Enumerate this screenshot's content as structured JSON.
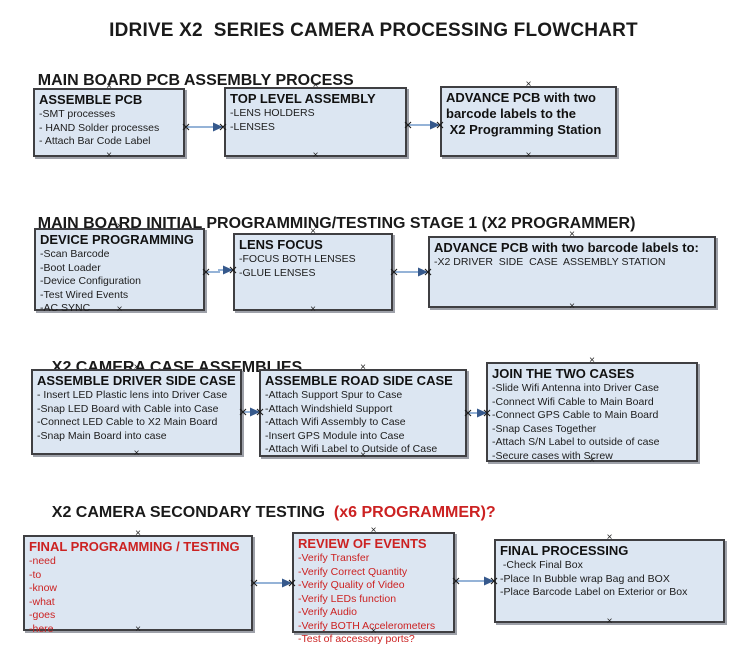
{
  "title": "IDRIVE X2  SERIES CAMERA PROCESSING FLOWCHART",
  "glyphs": {
    "handle": "×"
  },
  "colors": {
    "box_fill": "#dce6f2",
    "box_border": "#3f3f42",
    "connector_line": "#95b3d7",
    "connector_arrow": "#36598c",
    "red_text": "#cc2222",
    "black_text": "#1a1a1a"
  },
  "sections": [
    {
      "heading": "MAIN BOARD PCB ASSEMBLY PROCESS",
      "heading_red": "",
      "boxes": [
        {
          "title_lines": [
            "ASSEMBLE PCB"
          ],
          "items": [
            "-SMT processes",
            "- HAND Solder processes",
            "- Attach Bar Code Label"
          ]
        },
        {
          "title_lines": [
            "TOP LEVEL ASSEMBLY"
          ],
          "items": [
            "-LENS HOLDERS",
            "-LENSES"
          ]
        },
        {
          "title_lines": [
            "ADVANCE PCB with two",
            "barcode labels to the",
            " X2 Programming Station"
          ],
          "items": []
        }
      ]
    },
    {
      "heading": "MAIN BOARD INITIAL PROGRAMMING/TESTING STAGE 1 (X2 PROGRAMMER)",
      "heading_red": "",
      "boxes": [
        {
          "title_lines": [
            "DEVICE PROGRAMMING"
          ],
          "items": [
            "-Scan Barcode",
            "-Boot Loader",
            "-Device Configuration",
            "-Test Wired Events",
            "-AC SYNC"
          ]
        },
        {
          "title_lines": [
            "LENS FOCUS"
          ],
          "items": [
            "-FOCUS BOTH LENSES",
            "-GLUE LENSES"
          ]
        },
        {
          "title_lines": [
            "ADVANCE PCB with two barcode labels to:"
          ],
          "items": [
            "-X2 DRIVER  SIDE  CASE  ASSEMBLY STATION"
          ]
        }
      ]
    },
    {
      "heading": "X2 CAMERA CASE ASSEMBLIES",
      "heading_red": "",
      "boxes": [
        {
          "title_lines": [
            "ASSEMBLE DRIVER SIDE CASE"
          ],
          "items": [
            "- Insert LED Plastic lens into Driver Case",
            "-Snap LED Board with Cable into Case",
            "-Connect LED Cable to X2 Main Board",
            "-Snap Main Board into case"
          ]
        },
        {
          "title_lines": [
            "ASSEMBLE ROAD SIDE CASE"
          ],
          "items": [
            "-Attach Support Spur to Case",
            "-Attach Windshield Support",
            "-Attach Wifi Assembly to Case",
            "-Insert GPS Module into Case",
            "-Attach Wifi Label to Outside of Case"
          ]
        },
        {
          "title_lines": [
            "JOIN THE TWO CASES"
          ],
          "items": [
            "-Slide Wifi Antenna into Driver Case",
            "-Connect Wifi Cable to Main Board",
            "-Connect GPS Cable to Main Board",
            "-Snap Cases Together",
            "-Attach S/N Label to outside of case",
            "-Secure cases with Screw"
          ]
        }
      ]
    },
    {
      "heading": "X2 CAMERA SECONDARY TESTING ",
      "heading_red": " (x6 PROGRAMMER)?",
      "boxes": [
        {
          "title_lines": [
            "FINAL PROGRAMMING / TESTING"
          ],
          "items": [
            "-need",
            "-to",
            "-know",
            "-what",
            "-goes",
            "-here"
          ]
        },
        {
          "title_lines": [
            "REVIEW OF EVENTS"
          ],
          "items": [
            "-Verify Transfer",
            "-Verify Correct Quantity",
            "-Verify Quality of Video",
            "-Verify LEDs function",
            "-Verify Audio",
            "-Verify BOTH Accelerometers",
            "-Test of accessory ports?"
          ]
        },
        {
          "title_lines": [
            "FINAL PROCESSING"
          ],
          "items": [
            " -Check Final Box",
            "-Place In Bubble wrap Bag and BOX",
            "-Place Barcode Label on Exterior or Box"
          ]
        }
      ]
    }
  ]
}
